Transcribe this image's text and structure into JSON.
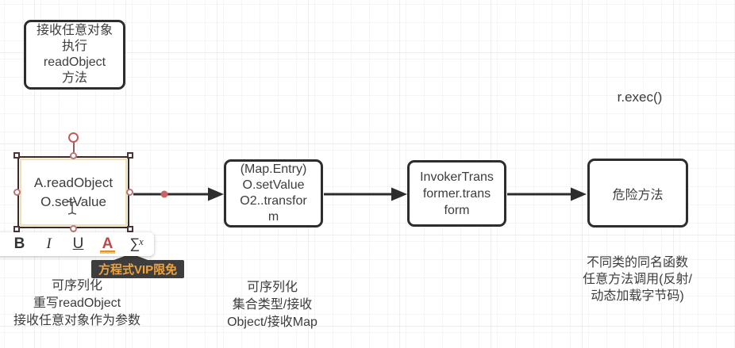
{
  "editor": {
    "toolbar": {
      "buttons": [
        {
          "id": "bold",
          "label": "B"
        },
        {
          "id": "italic",
          "label": "I"
        },
        {
          "id": "underline",
          "label": "U"
        },
        {
          "id": "font-color",
          "label": "A"
        },
        {
          "id": "formula",
          "label": "∑",
          "label_sup": "x"
        }
      ]
    },
    "tooltip_badge": "方程式VIP限免"
  },
  "diagram": {
    "nodes": [
      {
        "id": "receive-readobject",
        "lines": [
          "接收任意对象",
          "执行",
          "readObject",
          "方法"
        ]
      },
      {
        "id": "a-readobject",
        "selected": true,
        "lines": [
          "A.readObject",
          "O.setValue"
        ]
      },
      {
        "id": "map-entry",
        "lines": [
          "(Map.Entry)",
          "O.setValue",
          "O2..transfor",
          "m"
        ]
      },
      {
        "id": "invoker-transformer",
        "lines": [
          "InvokerTrans",
          "former.trans",
          "form"
        ]
      },
      {
        "id": "dangerous-method",
        "lines": [
          "危险方法"
        ]
      }
    ],
    "floating_text": "r.exec()",
    "captions": [
      {
        "lines": [
          "可序列化",
          "重写readObject",
          "接收任意对象作为参数"
        ]
      },
      {
        "lines": [
          "可序列化",
          "集合类型/接收",
          "Object/接收Map"
        ]
      },
      {
        "lines": [
          "不同类的同名函数",
          "任意方法调用(反射/",
          "动态加载字节码)"
        ]
      }
    ]
  },
  "colors": {
    "node_border": "#2d2d2d",
    "node_text": "#3d3d3d",
    "arrow": "#2d2d2d",
    "waypoint_dot": "#c96262",
    "selection_frame": "#3b2929",
    "selection_circle_handle": "#b97878",
    "rotation_handle": "#c25c5c",
    "edit_highlight_border": "#eedfb7",
    "badge_background": "#3d3d3d",
    "badge_text": "#f1a33c",
    "font_color_button": "#b94a48"
  }
}
